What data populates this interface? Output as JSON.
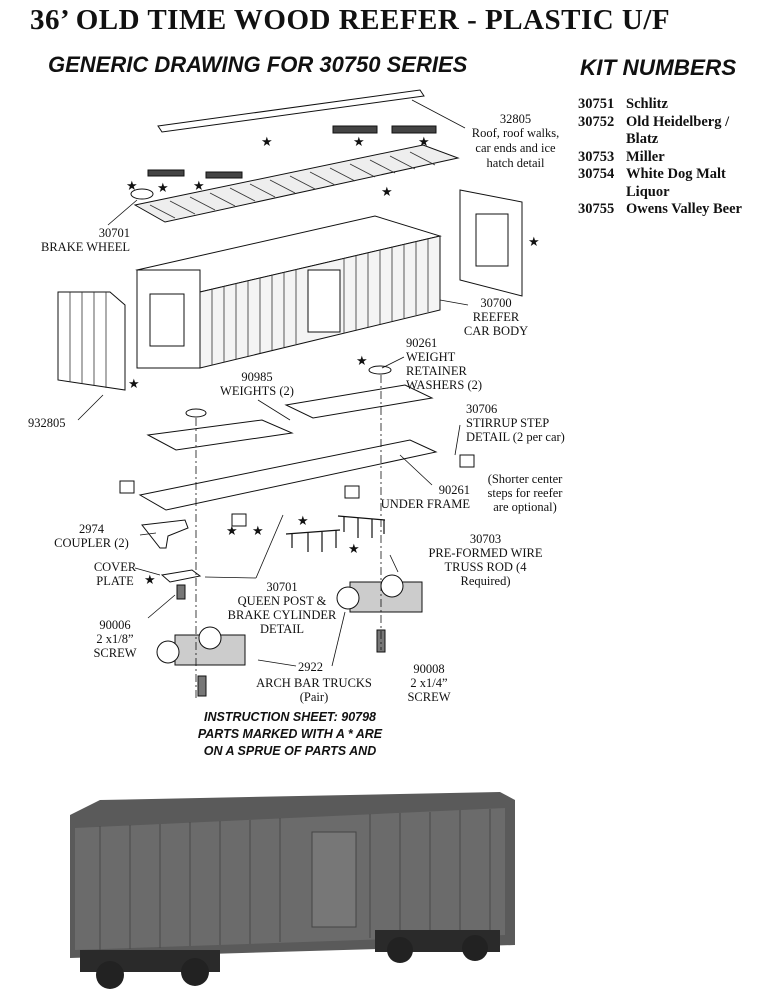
{
  "title": "36’ OLD TIME WOOD REEFER - PLASTIC U/F",
  "subtitle": "GENERIC DRAWING FOR 30750 SERIES",
  "kit_numbers": {
    "heading": "KIT NUMBERS",
    "items": [
      {
        "number": "30751",
        "name": "Schlitz"
      },
      {
        "number": "30752",
        "name": "Old Heidelberg / Blatz"
      },
      {
        "number": "30753",
        "name": "Miller"
      },
      {
        "number": "30754",
        "name": "White Dog Malt Liquor"
      },
      {
        "number": "30755",
        "name": "Owens Valley Beer"
      }
    ]
  },
  "parts": {
    "roof": {
      "number": "32805",
      "desc": "Roof, roof walks, car ends and ice hatch detail"
    },
    "brake_wheel": {
      "number": "30701",
      "desc": "BRAKE WHEEL"
    },
    "body": {
      "number": "30700",
      "desc": "REEFER CAR BODY"
    },
    "end": {
      "number": "932805"
    },
    "retainer_washers": {
      "number": "90261",
      "desc": "WEIGHT RETAINER WASHERS (2)"
    },
    "weights": {
      "number": "90985",
      "desc": "WEIGHTS (2)"
    },
    "stirrup": {
      "number": "30706",
      "desc": "STIRRUP STEP DETAIL (2 per car)"
    },
    "stirrup_note": "(Shorter center steps for reefer are optional)",
    "underframe": {
      "number": "90261",
      "desc": "UNDER FRAME"
    },
    "coupler": {
      "number": "2974",
      "desc": "COUPLER (2)"
    },
    "cover_plate": {
      "desc": "COVER PLATE"
    },
    "truss_rod": {
      "number": "30703",
      "desc": "PRE-FORMED WIRE TRUSS ROD (4 Required)"
    },
    "queen_post": {
      "number": "30701",
      "desc": "QUEEN POST & BRAKE CYLINDER DETAIL"
    },
    "screw_short": {
      "number": "90006",
      "desc": "2 x1/8” SCREW"
    },
    "trucks": {
      "number": "2922",
      "desc": "ARCH BAR TRUCKS (Pair)"
    },
    "screw_long": {
      "number": "90008",
      "desc": "2 x1/4” SCREW"
    }
  },
  "instructions": {
    "line1": "INSTRUCTION SHEET: 90798",
    "line2": "PARTS MARKED WITH A * ARE",
    "line3": "ON A SPRUE OF PARTS AND"
  },
  "star_glyph": "★"
}
